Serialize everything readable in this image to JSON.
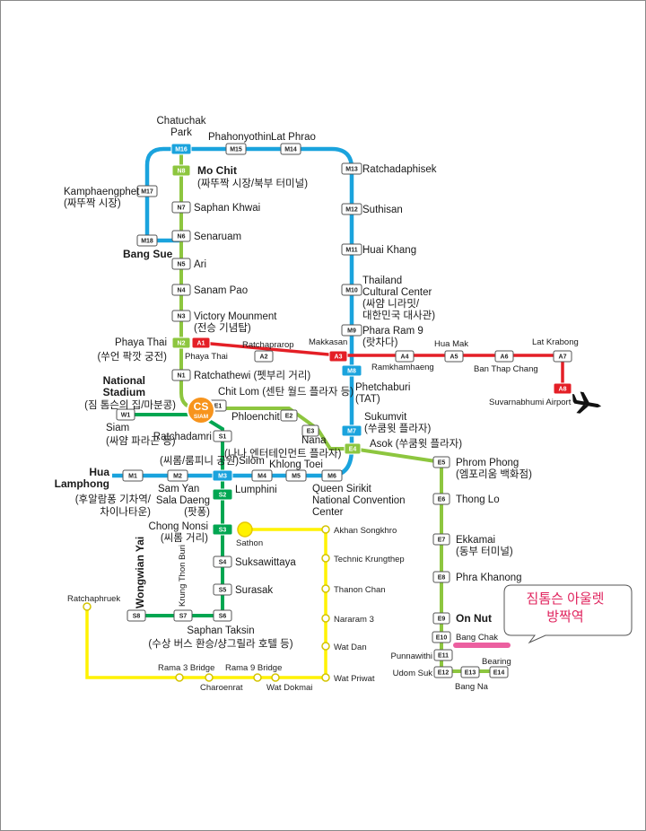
{
  "colors": {
    "blue_line": "#1aa3dd",
    "green_sukhumvit": "#8dc63f",
    "green_silom": "#00a651",
    "red_airport": "#e41f26",
    "yellow_brt": "#fff200",
    "cs_interchange": "#f7941d",
    "highlight_pink": "#ec5fa0",
    "callout_text": "#e0245e"
  },
  "blue_stations": [
    {
      "code": "M16",
      "name": "Chatuchak\nPark"
    },
    {
      "code": "M15",
      "name": "Phahonyothin"
    },
    {
      "code": "M14",
      "name": "Lat Phrao"
    },
    {
      "code": "M13",
      "name": "Ratchadaphisek"
    },
    {
      "code": "M12",
      "name": "Suthisan"
    },
    {
      "code": "M11",
      "name": "Huai Khang"
    },
    {
      "code": "M10",
      "name": "Thailand\nCultural Center\n(싸얌 니라밋/\n대한민국 대사관)"
    },
    {
      "code": "M9",
      "name": "Phara Ram 9\n(랏차다)"
    },
    {
      "code": "M8",
      "name": "Phetchaburi\n(TAT)"
    },
    {
      "code": "M7",
      "name": "Sukumvit\n(쑤쿰윗 플라자)"
    },
    {
      "code": "M6",
      "name": "Queen Sirikit\nNational Convention\nCenter"
    },
    {
      "code": "M5",
      "name": "Khlong Toei"
    },
    {
      "code": "M4",
      "name": "Lumphini"
    },
    {
      "code": "M3",
      "name": "(씨롬/룸피니 공원)Silom"
    },
    {
      "code": "M2",
      "name": "Sam Yan"
    },
    {
      "code": "M1",
      "name": "Hua\nLamphong\n(후알람퐁 기차역/\n차이나타운)"
    },
    {
      "code": "M17",
      "name": "Kamphaengphet\n(짜뚜짝 시장)"
    },
    {
      "code": "M18",
      "name": "Bang Sue"
    }
  ],
  "sukhumvit_north": [
    {
      "code": "N8",
      "name": "Mo Chit",
      "sub": "(짜뚜짝 시장/북부 터미널)"
    },
    {
      "code": "N7",
      "name": "Saphan Khwai"
    },
    {
      "code": "N6",
      "name": "Senaruam"
    },
    {
      "code": "N5",
      "name": "Ari"
    },
    {
      "code": "N4",
      "name": "Sanam Pao"
    },
    {
      "code": "N3",
      "name": "Victory Mounment\n(전승 기념탑)"
    },
    {
      "code": "N2",
      "name": "Phaya Thai\n(쑤언 팍깟 궁전)"
    },
    {
      "code": "N1",
      "name": "Ratchathewi (펫부리 거리)"
    }
  ],
  "cs_label": {
    "big": "CS",
    "small": "SIAM"
  },
  "sukhumvit_east": [
    {
      "code": "E1",
      "name": "Chit Lom (센탄 월드 플라자 등)"
    },
    {
      "code": "E2",
      "name": "Phloenchit"
    },
    {
      "code": "E3",
      "name": "Nana\n(나나 엔터테인먼트 플라자)"
    },
    {
      "code": "E4",
      "name": "Asok (쑤쿰윗 플라자)"
    },
    {
      "code": "E5",
      "name": "Phrom Phong\n(엠포리움 백화점)"
    },
    {
      "code": "E6",
      "name": "Thong Lo"
    },
    {
      "code": "E7",
      "name": "Ekkamai\n(동부 터미널)"
    },
    {
      "code": "E8",
      "name": "Phra Khanong"
    },
    {
      "code": "E9",
      "name": "On Nut"
    },
    {
      "code": "E10",
      "name": "Bang Chak"
    },
    {
      "code": "E11",
      "name": "Punnawithi"
    },
    {
      "code": "E12",
      "name": "Udom Suk"
    },
    {
      "code": "E13",
      "name": "Bang Na"
    },
    {
      "code": "E14",
      "name": "Bearing"
    }
  ],
  "silom_line": [
    {
      "code": "W1",
      "name": "National\nStadium\n(짐 톰슨의 집/마분콩)"
    },
    {
      "code": "S1",
      "name": "Ratchadamri"
    },
    {
      "code": "S2",
      "name": "Sala Daeng\n(팟퐁)"
    },
    {
      "code": "S3",
      "name": "Chong Nonsi\n(씨롬 거리)"
    },
    {
      "code": "S4",
      "name": "Suksawittaya"
    },
    {
      "code": "S5",
      "name": "Surasak"
    },
    {
      "code": "S6",
      "name": "Saphan Taksin\n(수상 버스 환승/샹그릴라 호텔 등)"
    },
    {
      "code": "S7",
      "name": "Krung Thon Buri"
    },
    {
      "code": "S8",
      "name": "Wongwian Yai"
    }
  ],
  "siam_label": "Siam\n(싸얌 파라곤 등)",
  "airport_link": [
    {
      "code": "A1",
      "name": "Phaya Thai"
    },
    {
      "code": "A2",
      "name": "Ratchaprarop"
    },
    {
      "code": "A3",
      "name": "Makkasan"
    },
    {
      "code": "A4",
      "name": "Ramkhamhaeng"
    },
    {
      "code": "A5",
      "name": "Hua Mak"
    },
    {
      "code": "A6",
      "name": "Ban Thap Chang"
    },
    {
      "code": "A7",
      "name": "Lat Krabong"
    },
    {
      "code": "A8",
      "name": "Suvarnabhumi Airport"
    }
  ],
  "brt_line": [
    "Ratchaphruek",
    "Rama 3 Bridge",
    "Charoenrat",
    "Rama 9 Bridge",
    "Wat Dokmai",
    "Wat Priwat",
    "Wat Dan",
    "Nararam 3",
    "Thanon Chan",
    "Technic Krungthep",
    "Akhan Songkhro",
    "Sathon"
  ],
  "callout": {
    "text": "짐톰슨 아울렛\n방짝역"
  }
}
